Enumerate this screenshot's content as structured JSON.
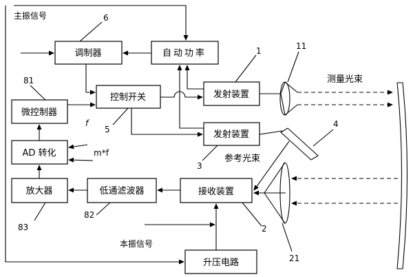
{
  "blocks": {
    "modulator": "调制器",
    "auto_power": "自动功率",
    "control_switch": "控制开关",
    "microcontroller": "微控制器",
    "ad_converter": "AD 转化",
    "amplifier": "放大器",
    "lowpass_filter": "低通滤波器",
    "receiver": "接收装置",
    "transmitter_1": "发射装置",
    "transmitter_2": "发射装置",
    "boost_circuit": "升压电路"
  },
  "signals": {
    "main_osc": "主振信号",
    "local_osc": "本振信号",
    "f": "f",
    "mf": "m*f",
    "measure_beam": "测量光束",
    "reference_beam": "参考光束"
  },
  "numerals": {
    "n6": "6",
    "n1": "1",
    "n11": "11",
    "n81": "81",
    "n5": "5",
    "n4": "4",
    "n3": "3",
    "n83": "83",
    "n82": "82",
    "n2": "2",
    "n21": "21"
  }
}
